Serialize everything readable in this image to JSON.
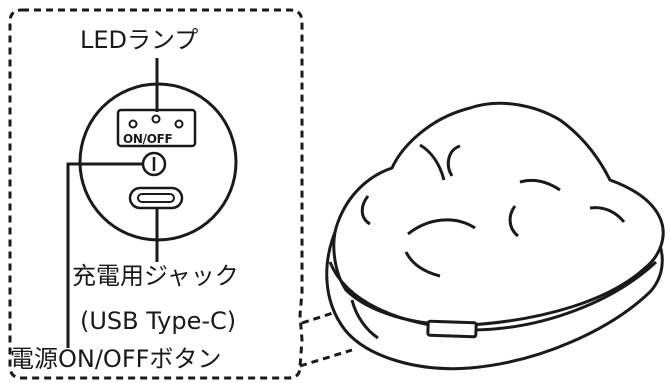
{
  "labels": {
    "led_lamp": "LEDランプ",
    "panel_on_off": "ON/OFF",
    "charging_jack": "充電用ジャック",
    "usb_type": "(USB Type-C)",
    "power_button": "電源ON/OFFボタン"
  },
  "icons": {
    "power": "power-icon",
    "usb_port": "usb-c-port-icon",
    "led": "led-indicator-icon"
  },
  "colors": {
    "stroke": "#1a1a1a",
    "background": "#ffffff"
  }
}
